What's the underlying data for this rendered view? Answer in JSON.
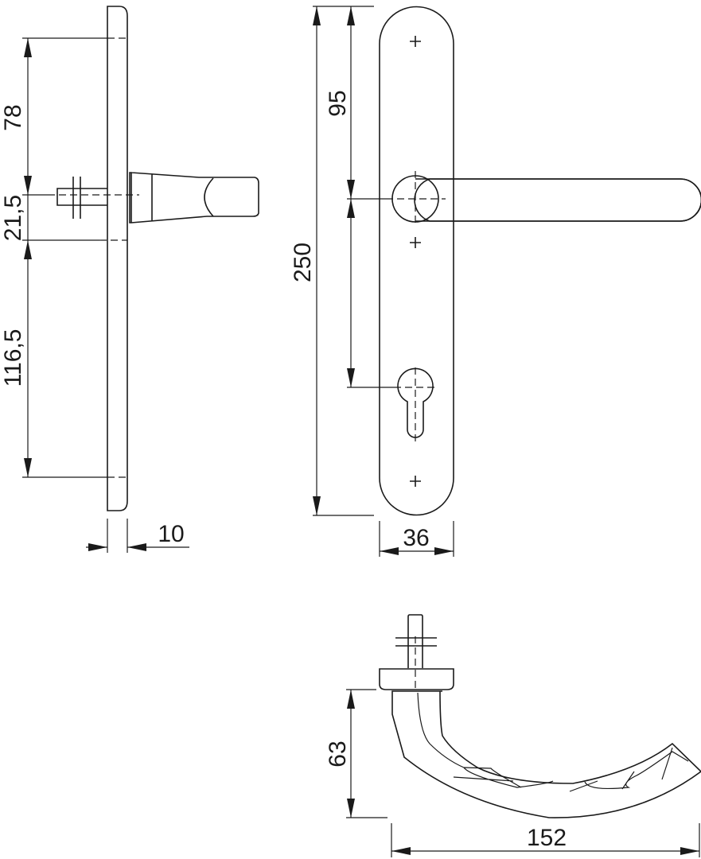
{
  "drawing": {
    "side_view": {
      "dim_top": "78",
      "dim_middle": "21,5",
      "dim_bottom": "116,5",
      "dim_thickness": "10"
    },
    "front_view": {
      "dim_spindle_offset": "95",
      "dim_total_length": "250",
      "dim_width": "36"
    },
    "top_view": {
      "dim_projection": "63",
      "dim_lever_length": "152"
    }
  }
}
